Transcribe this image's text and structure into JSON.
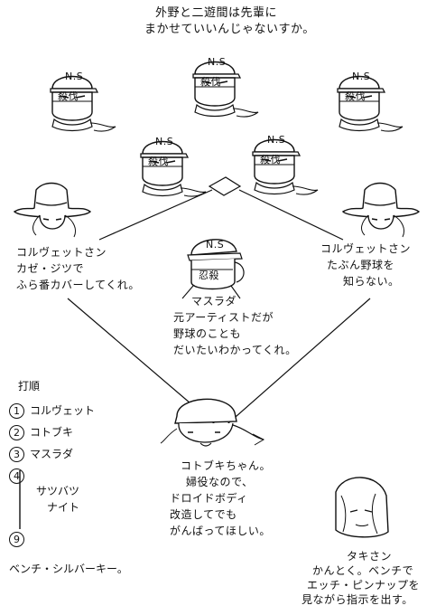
{
  "header": {
    "line1": "外野と二遊間は先輩に",
    "line2": "まかせていいんじゃないすか。"
  },
  "cap_logo": "N.S",
  "mask_text": "殺伐",
  "mask_text_center": "忍殺",
  "notes": {
    "left_outfielder": [
      "コルヴェットさン",
      "カゼ・ジツで",
      "ふら番カバーしてくれ。"
    ],
    "right_outfielder": [
      "コルヴェットさン",
      "たぶん野球を",
      "知らない。"
    ],
    "pitcher": [
      "マスラダ",
      "元アーティストだが",
      "野球のことも",
      "だいたいわかってくれ。"
    ],
    "catcher": [
      "コトブキちゃん。",
      "婦役なので、",
      "ドロイドボディ",
      "改造してでも",
      "がんばってほしい。"
    ],
    "manager": [
      "タキさン",
      "かんとく。ベンチで",
      "エッチ・ピンナップを",
      "見ながら指示を出す。"
    ]
  },
  "batting_order": {
    "title": "打順",
    "entries": [
      {
        "num": "1",
        "name": "コルヴェット"
      },
      {
        "num": "2",
        "name": "コトブキ"
      },
      {
        "num": "3",
        "name": "マスラダ"
      },
      {
        "num": "4",
        "name": ""
      }
    ],
    "range_label": [
      "サツバツ",
      "ナイト"
    ],
    "last": {
      "num": "9",
      "name": ""
    },
    "bench": "ベンチ・シルバーキー。"
  },
  "colors": {
    "ink": "#111111",
    "paper": "#ffffff"
  }
}
